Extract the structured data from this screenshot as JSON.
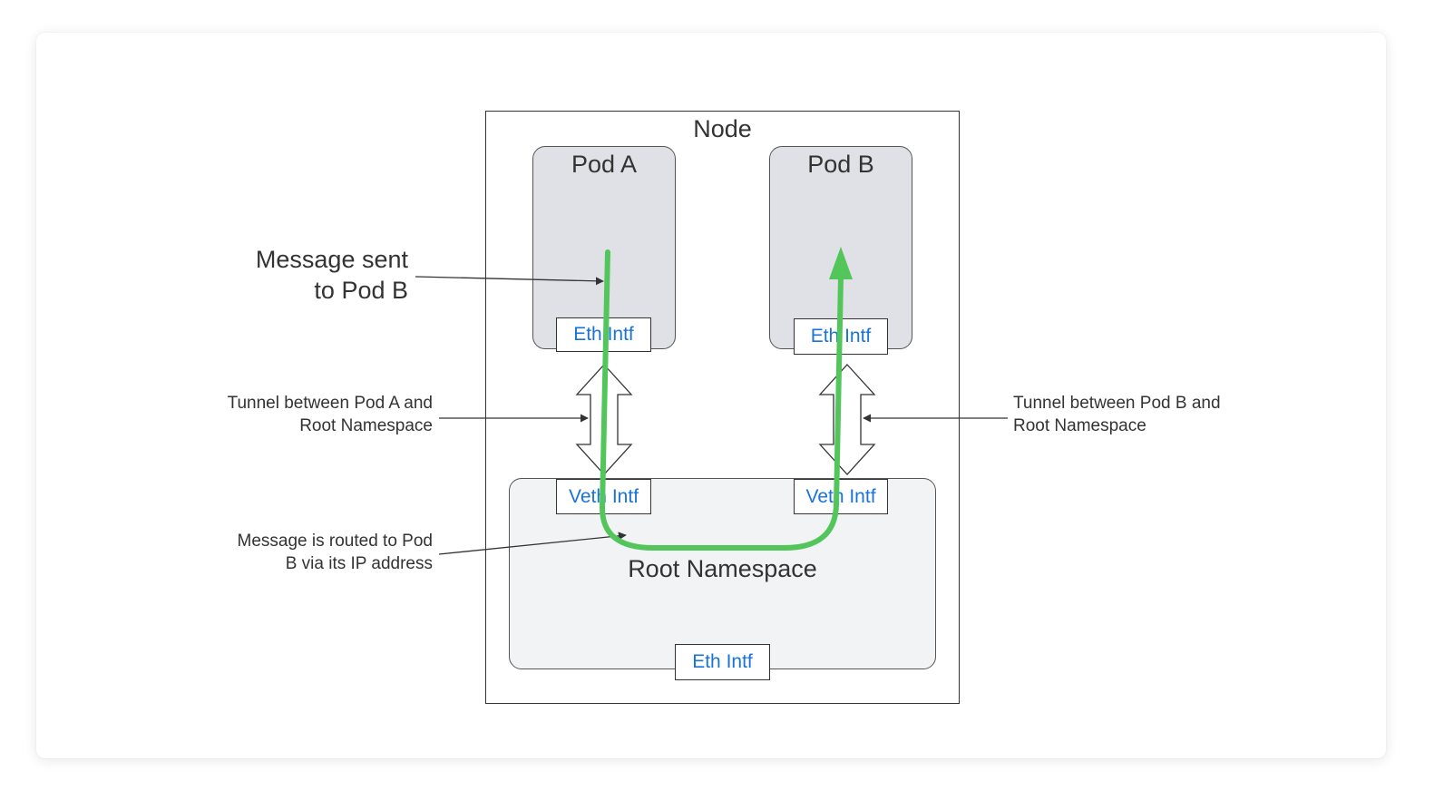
{
  "diagram": {
    "node_label": "Node",
    "pod_a_label": "Pod A",
    "pod_b_label": "Pod B",
    "root_label": "Root Namespace",
    "pod_a_eth": "Eth Intf",
    "pod_b_eth": "Eth Intf",
    "root_veth_a": "Veth Intf",
    "root_veth_b": "Veth Intf",
    "root_eth": "Eth Intf"
  },
  "annotations": {
    "message_sent_line1": "Message sent",
    "message_sent_line2": "to Pod B",
    "tunnel_a_line1": "Tunnel between Pod A and",
    "tunnel_a_line2": "Root Namespace",
    "tunnel_b_line1": "Tunnel between Pod B and",
    "tunnel_b_line2": "Root Namespace",
    "routed_line1": "Message is routed to Pod",
    "routed_line2": "B via its IP address"
  },
  "colors": {
    "path": "#52c65a",
    "intf_text": "#1a73d9",
    "pod_fill": "#dfe1e6",
    "root_fill": "#f2f3f5"
  }
}
